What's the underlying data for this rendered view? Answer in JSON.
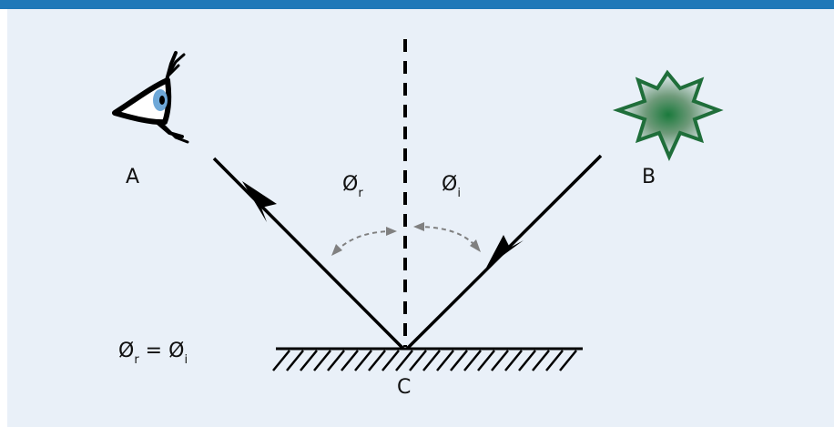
{
  "colors": {
    "top_bar": "#1f78b8",
    "panel_bg": "#e9f0f8",
    "ray": "#000000",
    "angle_arc": "#808080",
    "star_outline": "#1f6e3a",
    "star_core": "#1a7a3c",
    "eye_iris": "#6ea8d8"
  },
  "icons": {
    "observer": "eye-icon",
    "light_source": "starburst-icon",
    "surface": "hatched-mirror"
  },
  "labels": {
    "point_a": "A",
    "point_b": "B",
    "point_c": "C",
    "phi_symbol": "Ø",
    "reflected_subscript": "r",
    "incident_subscript": "i",
    "equals": " = "
  }
}
